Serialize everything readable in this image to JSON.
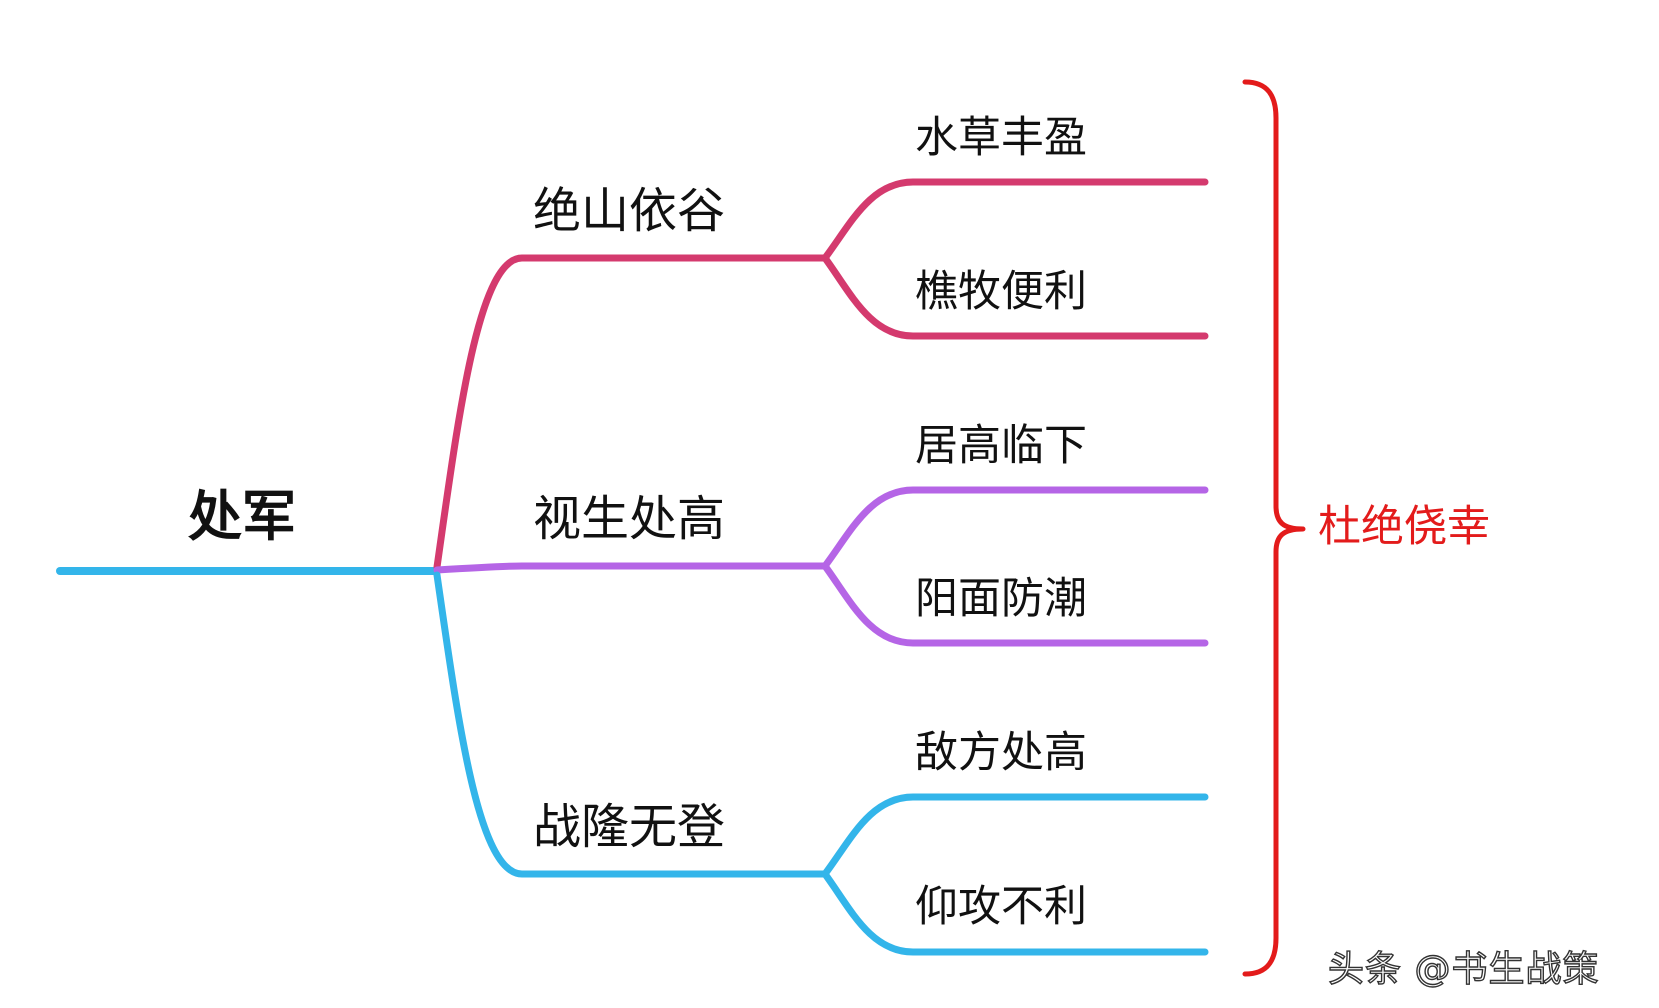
{
  "root": {
    "label": "处军"
  },
  "branches": [
    {
      "label": "绝山依谷",
      "color": "#d43a6e",
      "children": [
        {
          "label": "水草丰盈"
        },
        {
          "label": "樵牧便利"
        }
      ]
    },
    {
      "label": "视生处高",
      "color": "#b565e6",
      "children": [
        {
          "label": "居高临下"
        },
        {
          "label": "阳面防潮"
        }
      ]
    },
    {
      "label": "战隆无登",
      "color": "#33b5ea",
      "children": [
        {
          "label": "敌方处高"
        },
        {
          "label": "仰攻不利"
        }
      ]
    }
  ],
  "summary": {
    "label": "杜绝侥幸",
    "color": "#e31b1b"
  },
  "root_color": "#33b5ea",
  "watermark": {
    "text": "头条 @书生战策"
  }
}
